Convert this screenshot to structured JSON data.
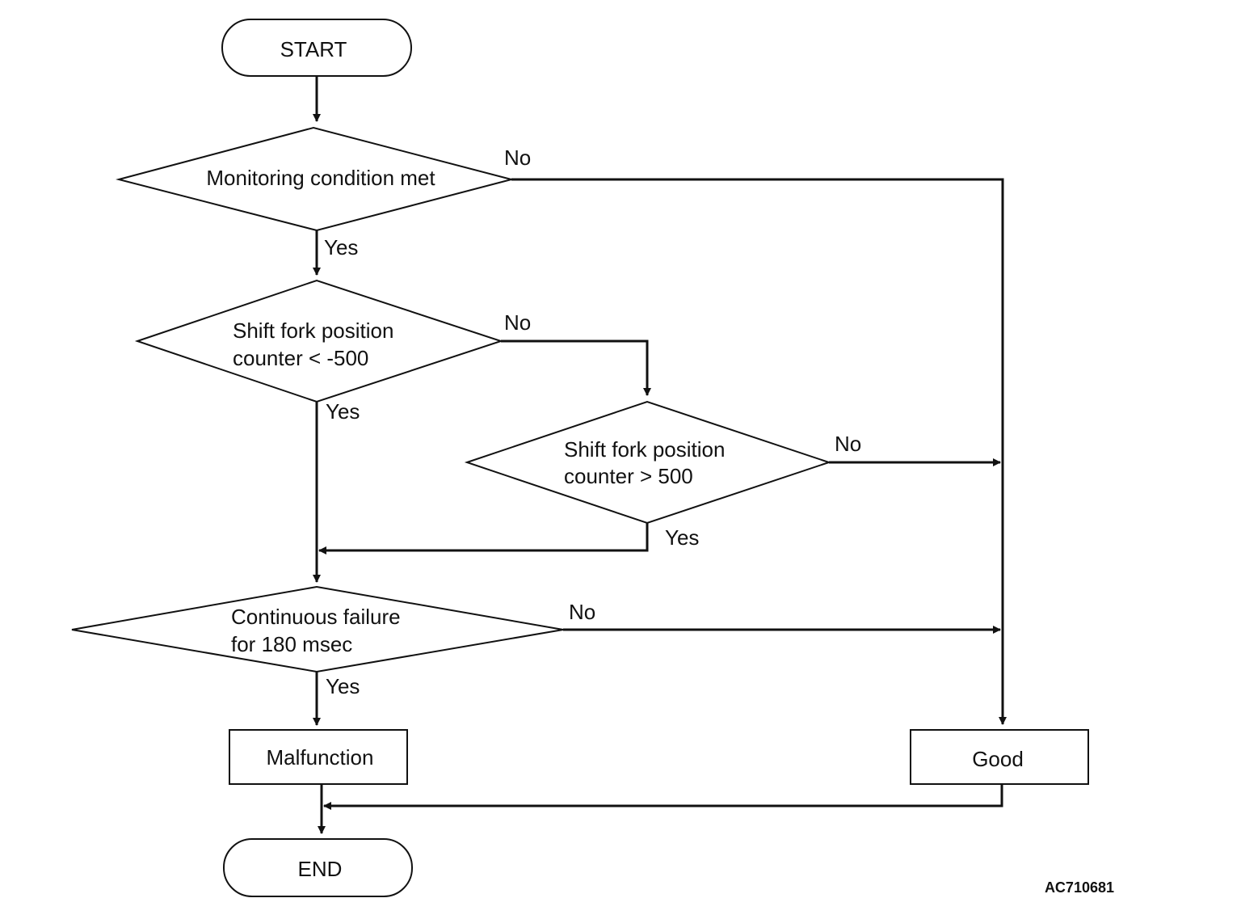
{
  "nodes": {
    "start": "START",
    "end": "END",
    "monitoring": "Monitoring condition met",
    "shift_lt_line1": "Shift fork position",
    "shift_lt_line2": "counter < -500",
    "shift_gt_line1": "Shift fork position",
    "shift_gt_line2": "counter > 500",
    "continuous_line1": "Continuous failure",
    "continuous_line2": "for 180 msec",
    "malfunction": "Malfunction",
    "good": "Good"
  },
  "edges": {
    "no": "No",
    "yes": "Yes"
  },
  "figure_code": "AC710681"
}
